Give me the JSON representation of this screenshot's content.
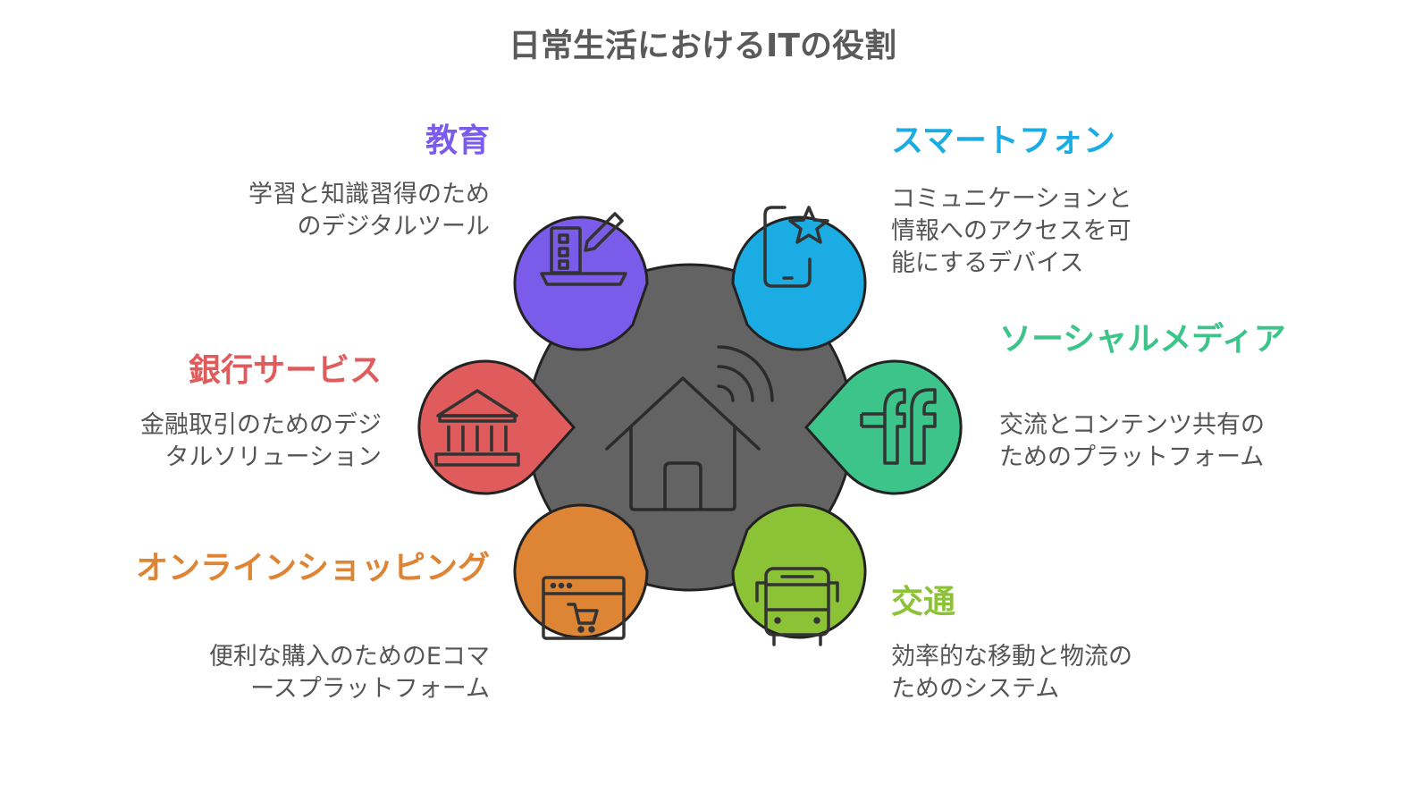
{
  "title": "日常生活におけるITの役割",
  "center": {
    "icon": "smart-home-icon",
    "color": "#636363"
  },
  "items": {
    "education": {
      "heading": "教育",
      "desc": [
        "学習と知識習得のため",
        "のデジタルツール"
      ],
      "color": "#7b5cea",
      "icon": "laptop-pencil-icon"
    },
    "banking": {
      "heading": "銀行サービス",
      "desc": [
        "金融取引のためのデジ",
        "タルソリューション"
      ],
      "color": "#e05c5c",
      "icon": "bank-icon"
    },
    "shopping": {
      "heading": "オンラインショッピング",
      "desc": [
        "便利な購入のためのEコマ",
        "ースプラットフォーム"
      ],
      "color": "#de8435",
      "icon": "shopping-cart-icon"
    },
    "smartphone": {
      "heading": "スマートフォン",
      "desc": [
        "コミュニケーションと",
        "情報へのアクセスを可",
        "能にするデバイス"
      ],
      "color": "#1aace3",
      "icon": "smartphone-star-icon"
    },
    "social": {
      "heading": "ソーシャルメディア",
      "desc": [
        "交流とコンテンツ共有の",
        "ためのプラットフォーム"
      ],
      "color": "#3cc48a",
      "icon": "ff-logo-icon"
    },
    "transport": {
      "heading": "交通",
      "desc": [
        "効率的な移動と物流の",
        "ためのシステム"
      ],
      "color": "#8cc236",
      "icon": "bus-icon"
    }
  }
}
